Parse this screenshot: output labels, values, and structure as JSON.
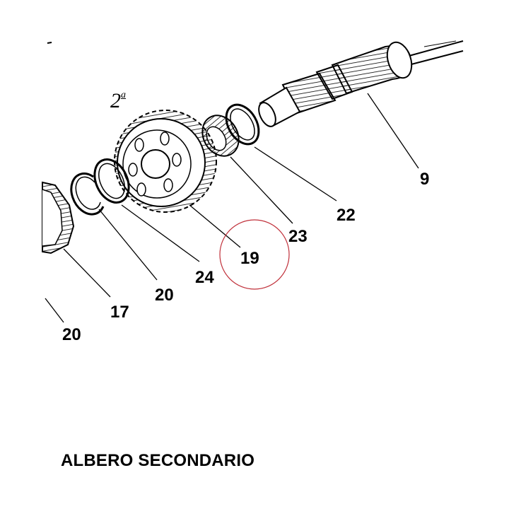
{
  "title": "ALBERO SECONDARIO",
  "gear_mark": {
    "number": "2",
    "suffix": "a"
  },
  "callouts": [
    {
      "id": "c9",
      "label": "9"
    },
    {
      "id": "c22",
      "label": "22"
    },
    {
      "id": "c23",
      "label": "23"
    },
    {
      "id": "c19",
      "label": "19",
      "highlighted": true
    },
    {
      "id": "c24",
      "label": "24"
    },
    {
      "id": "c20a",
      "label": "20"
    },
    {
      "id": "c17",
      "label": "17"
    },
    {
      "id": "c20b",
      "label": "20"
    }
  ],
  "colors": {
    "ink": "#000000",
    "highlight": "#c0303a",
    "paper": "#ffffff"
  }
}
